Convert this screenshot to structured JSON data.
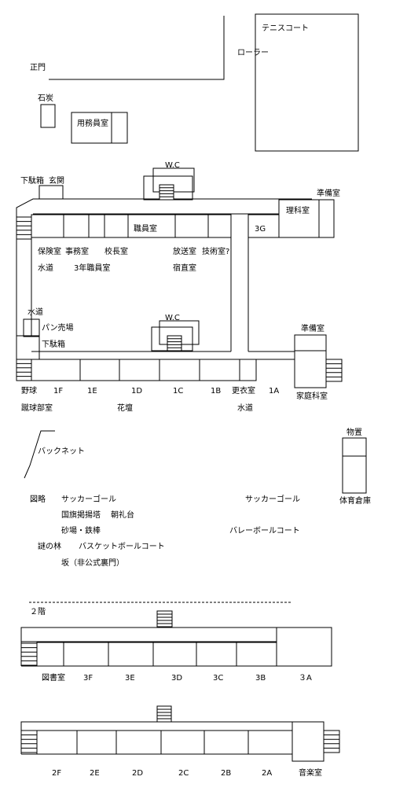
{
  "labels": {
    "tennis_court": "テニスコート",
    "roller": "ローラー",
    "main_gate": "正門",
    "coal": "石炭",
    "janitor_room": "用務員室",
    "wc1": "W.C",
    "wc2": "W.C",
    "geta_bako1": "下駄箱",
    "entrance": "玄関",
    "prep_room1": "準備室",
    "science_room": "理科室",
    "staff_room": "職員室",
    "room_3g": "3G",
    "infirmary": "保険室",
    "office": "事務室",
    "principal": "校長室",
    "broadcast": "放送室",
    "tech_room": "技術室?",
    "water1": "水道",
    "grade3_staff": "3年職員室",
    "night_duty": "宿直室",
    "water2": "水道",
    "bread_shop": "パン売場",
    "geta_bako2": "下駄箱",
    "prep_room2": "準備室",
    "home_ec": "家庭科室",
    "baseball": "野球",
    "r1f": "1F",
    "r1e": "1E",
    "r1d": "1D",
    "r1c": "1C",
    "r1b": "1B",
    "changing": "更衣室",
    "r1a": "1A",
    "kickball": "蹴球部室",
    "flowerbed": "花壇",
    "water3": "水道",
    "backnet": "バックネット",
    "storage": "物置",
    "gym_storage": "体育倉庫",
    "omitted": "図略",
    "soccer_goal1": "サッカーゴール",
    "soccer_goal2": "サッカーゴール",
    "flag_tower": "国旗掲揚塔",
    "assembly": "朝礼台",
    "sandpit": "砂場・鉄棒",
    "volleyball": "バレーボールコート",
    "mystery_forest": "謎の林",
    "basketball": "バスケットボールコート",
    "slope": "坂（非公式裏門）",
    "floor2": "２階",
    "library": "図書室",
    "r3f": "3F",
    "r3e": "3E",
    "r3d": "3D",
    "r3c": "3C",
    "r3b": "3B",
    "r3a": "３A",
    "r2f": "2F",
    "r2e": "2E",
    "r2d": "2D",
    "r2c": "2C",
    "r2b": "2B",
    "r2a": "2A",
    "music_room": "音楽室"
  }
}
